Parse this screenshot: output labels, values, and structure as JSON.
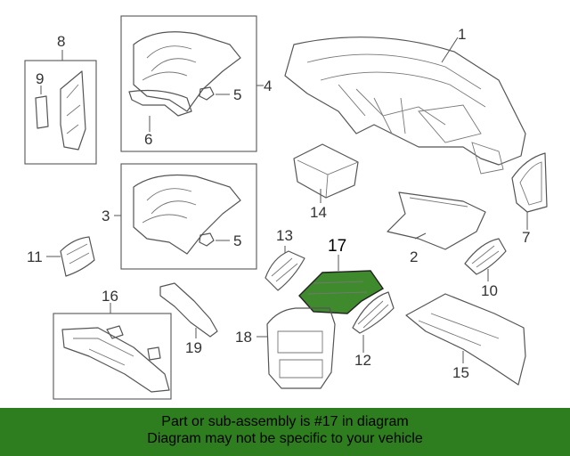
{
  "callouts": {
    "c1": "1",
    "c2": "2",
    "c3": "3",
    "c4": "4",
    "c5a": "5",
    "c5b": "5",
    "c6": "6",
    "c7": "7",
    "c8": "8",
    "c9": "9",
    "c10": "10",
    "c11": "11",
    "c12": "12",
    "c13": "13",
    "c14": "14",
    "c15": "15",
    "c16": "16",
    "c17": "17",
    "c18": "18",
    "c19": "19"
  },
  "highlighted_part": "17",
  "colors": {
    "banner_bg": "#2e7d1e",
    "highlight_fill": "#3f8a2c",
    "line": "#555555"
  },
  "banner": {
    "line1": "Part or sub-assembly is #17 in diagram",
    "line2": "Diagram may not be specific to your vehicle"
  }
}
